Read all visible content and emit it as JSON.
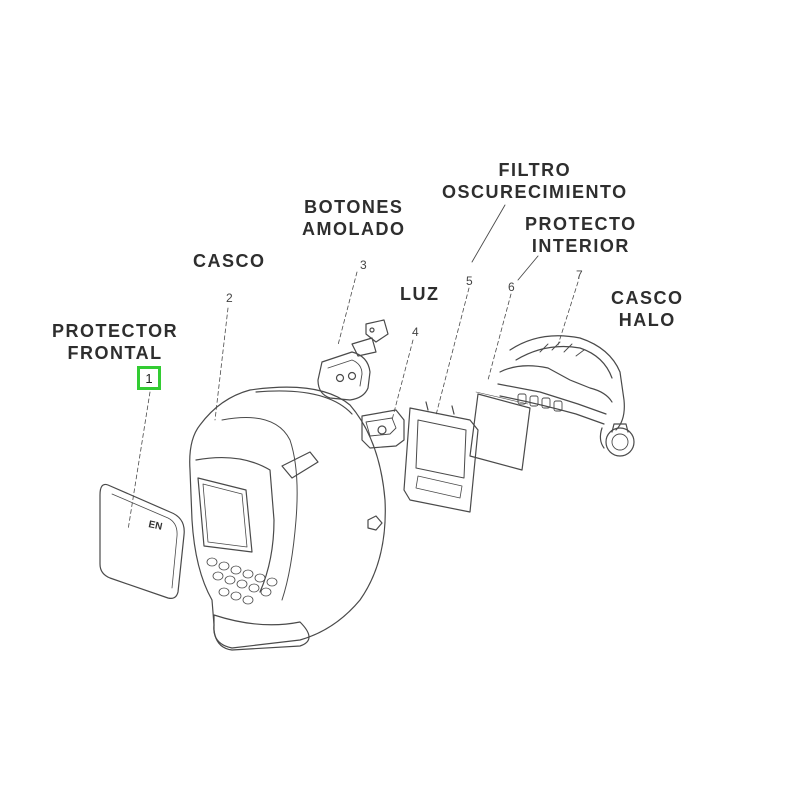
{
  "labels": {
    "protector_frontal": [
      "PROTECTOR",
      "FRONTAL"
    ],
    "casco": "CASCO",
    "botones_amolado": [
      "BOTONES",
      "AMOLADO"
    ],
    "luz": "LUZ",
    "filtro_oscurecimiento": [
      "FILTRO",
      "OSCURECIMIENTO"
    ],
    "protecto_interior": [
      "PROTECTO",
      "INTERIOR"
    ],
    "casco_halo": [
      "CASCO",
      "HALO"
    ]
  },
  "part_numbers": [
    "1",
    "2",
    "3",
    "4",
    "5",
    "6",
    "7"
  ],
  "highlight_color": "#33cc33",
  "line_color": "#4a4a4a"
}
